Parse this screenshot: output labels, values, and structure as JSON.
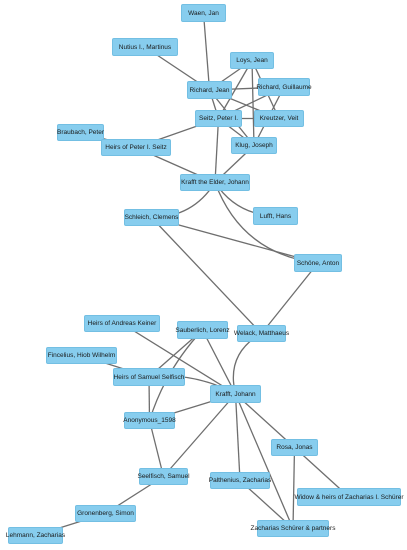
{
  "nodes": [
    {
      "id": "waen",
      "label": "Waen, Jan"
    },
    {
      "id": "nutius",
      "label": "Nutius I., Martinus"
    },
    {
      "id": "loys",
      "label": "Loys, Jean"
    },
    {
      "id": "richard_jean",
      "label": "Richard, Jean"
    },
    {
      "id": "richard_guillaume",
      "label": "Richard, Guillaume"
    },
    {
      "id": "seitz",
      "label": "Seitz, Peter I."
    },
    {
      "id": "kreutzer",
      "label": "Kreutzer, Veit"
    },
    {
      "id": "braubach",
      "label": "Braubach, Peter"
    },
    {
      "id": "heirs_seitz",
      "label": "Heirs of Peter I. Seitz"
    },
    {
      "id": "klug",
      "label": "Klug, Joseph"
    },
    {
      "id": "krafft_elder",
      "label": "Krafft the Elder, Johann"
    },
    {
      "id": "schleich",
      "label": "Schleich, Clemens"
    },
    {
      "id": "lufft",
      "label": "Lufft, Hans"
    },
    {
      "id": "schoene",
      "label": "Schöne, Anton"
    },
    {
      "id": "heirs_keiner",
      "label": "Heirs of Andreas Keiner"
    },
    {
      "id": "sauberlich",
      "label": "Sauberlich, Lorenz"
    },
    {
      "id": "welack",
      "label": "Welack, Matthaeus"
    },
    {
      "id": "fincelius",
      "label": "Fincelius, Hiob Wilhelm"
    },
    {
      "id": "heirs_selfisch",
      "label": "Heirs of Samuel Selfisch"
    },
    {
      "id": "krafft",
      "label": "Krafft, Johann"
    },
    {
      "id": "anonymous",
      "label": "Anonymous_1598"
    },
    {
      "id": "rosa",
      "label": "Rosa, Jonas"
    },
    {
      "id": "seelfisch",
      "label": "Seelfisch, Samuel"
    },
    {
      "id": "palthenius",
      "label": "Palthenius, Zacharias"
    },
    {
      "id": "widow_schuerer",
      "label": "Widow & heirs of Zacharias I. Schürer"
    },
    {
      "id": "gronenberg",
      "label": "Gronenberg, Simon"
    },
    {
      "id": "lehmann",
      "label": "Lehmann, Zacharias"
    },
    {
      "id": "schuerer_partners",
      "label": "Zacharias Schürer & partners"
    }
  ],
  "edges": [
    [
      "waen",
      "richard_jean"
    ],
    [
      "nutius",
      "richard_jean"
    ],
    [
      "loys",
      "richard_jean"
    ],
    [
      "loys",
      "seitz"
    ],
    [
      "loys",
      "kreutzer"
    ],
    [
      "loys",
      "klug"
    ],
    [
      "richard_jean",
      "richard_guillaume"
    ],
    [
      "richard_jean",
      "seitz"
    ],
    [
      "richard_jean",
      "kreutzer"
    ],
    [
      "richard_jean",
      "klug"
    ],
    [
      "richard_guillaume",
      "seitz"
    ],
    [
      "richard_guillaume",
      "klug"
    ],
    [
      "seitz",
      "kreutzer"
    ],
    [
      "seitz",
      "klug"
    ],
    [
      "seitz",
      "heirs_seitz"
    ],
    [
      "seitz",
      "krafft_elder"
    ],
    [
      "braubach",
      "heirs_seitz"
    ],
    [
      "heirs_seitz",
      "krafft_elder"
    ],
    [
      "klug",
      "krafft_elder"
    ],
    [
      "krafft_elder",
      "schleich"
    ],
    [
      "krafft_elder",
      "lufft"
    ],
    [
      "krafft_elder",
      "schoene"
    ],
    [
      "schleich",
      "schoene"
    ],
    [
      "schleich",
      "welack"
    ],
    [
      "schoene",
      "welack"
    ],
    [
      "heirs_keiner",
      "krafft"
    ],
    [
      "sauberlich",
      "heirs_selfisch"
    ],
    [
      "sauberlich",
      "anonymous"
    ],
    [
      "sauberlich",
      "krafft"
    ],
    [
      "welack",
      "krafft"
    ],
    [
      "fincelius",
      "heirs_selfisch"
    ],
    [
      "heirs_selfisch",
      "krafft"
    ],
    [
      "heirs_selfisch",
      "anonymous"
    ],
    [
      "anonymous",
      "krafft"
    ],
    [
      "krafft",
      "seelfisch"
    ],
    [
      "krafft",
      "rosa"
    ],
    [
      "krafft",
      "palthenius"
    ],
    [
      "krafft",
      "schuerer_partners"
    ],
    [
      "rosa",
      "widow_schuerer"
    ],
    [
      "rosa",
      "schuerer_partners"
    ],
    [
      "palthenius",
      "schuerer_partners"
    ],
    [
      "seelfisch",
      "gronenberg"
    ],
    [
      "gronenberg",
      "lehmann"
    ],
    [
      "anonymous",
      "seelfisch"
    ]
  ]
}
